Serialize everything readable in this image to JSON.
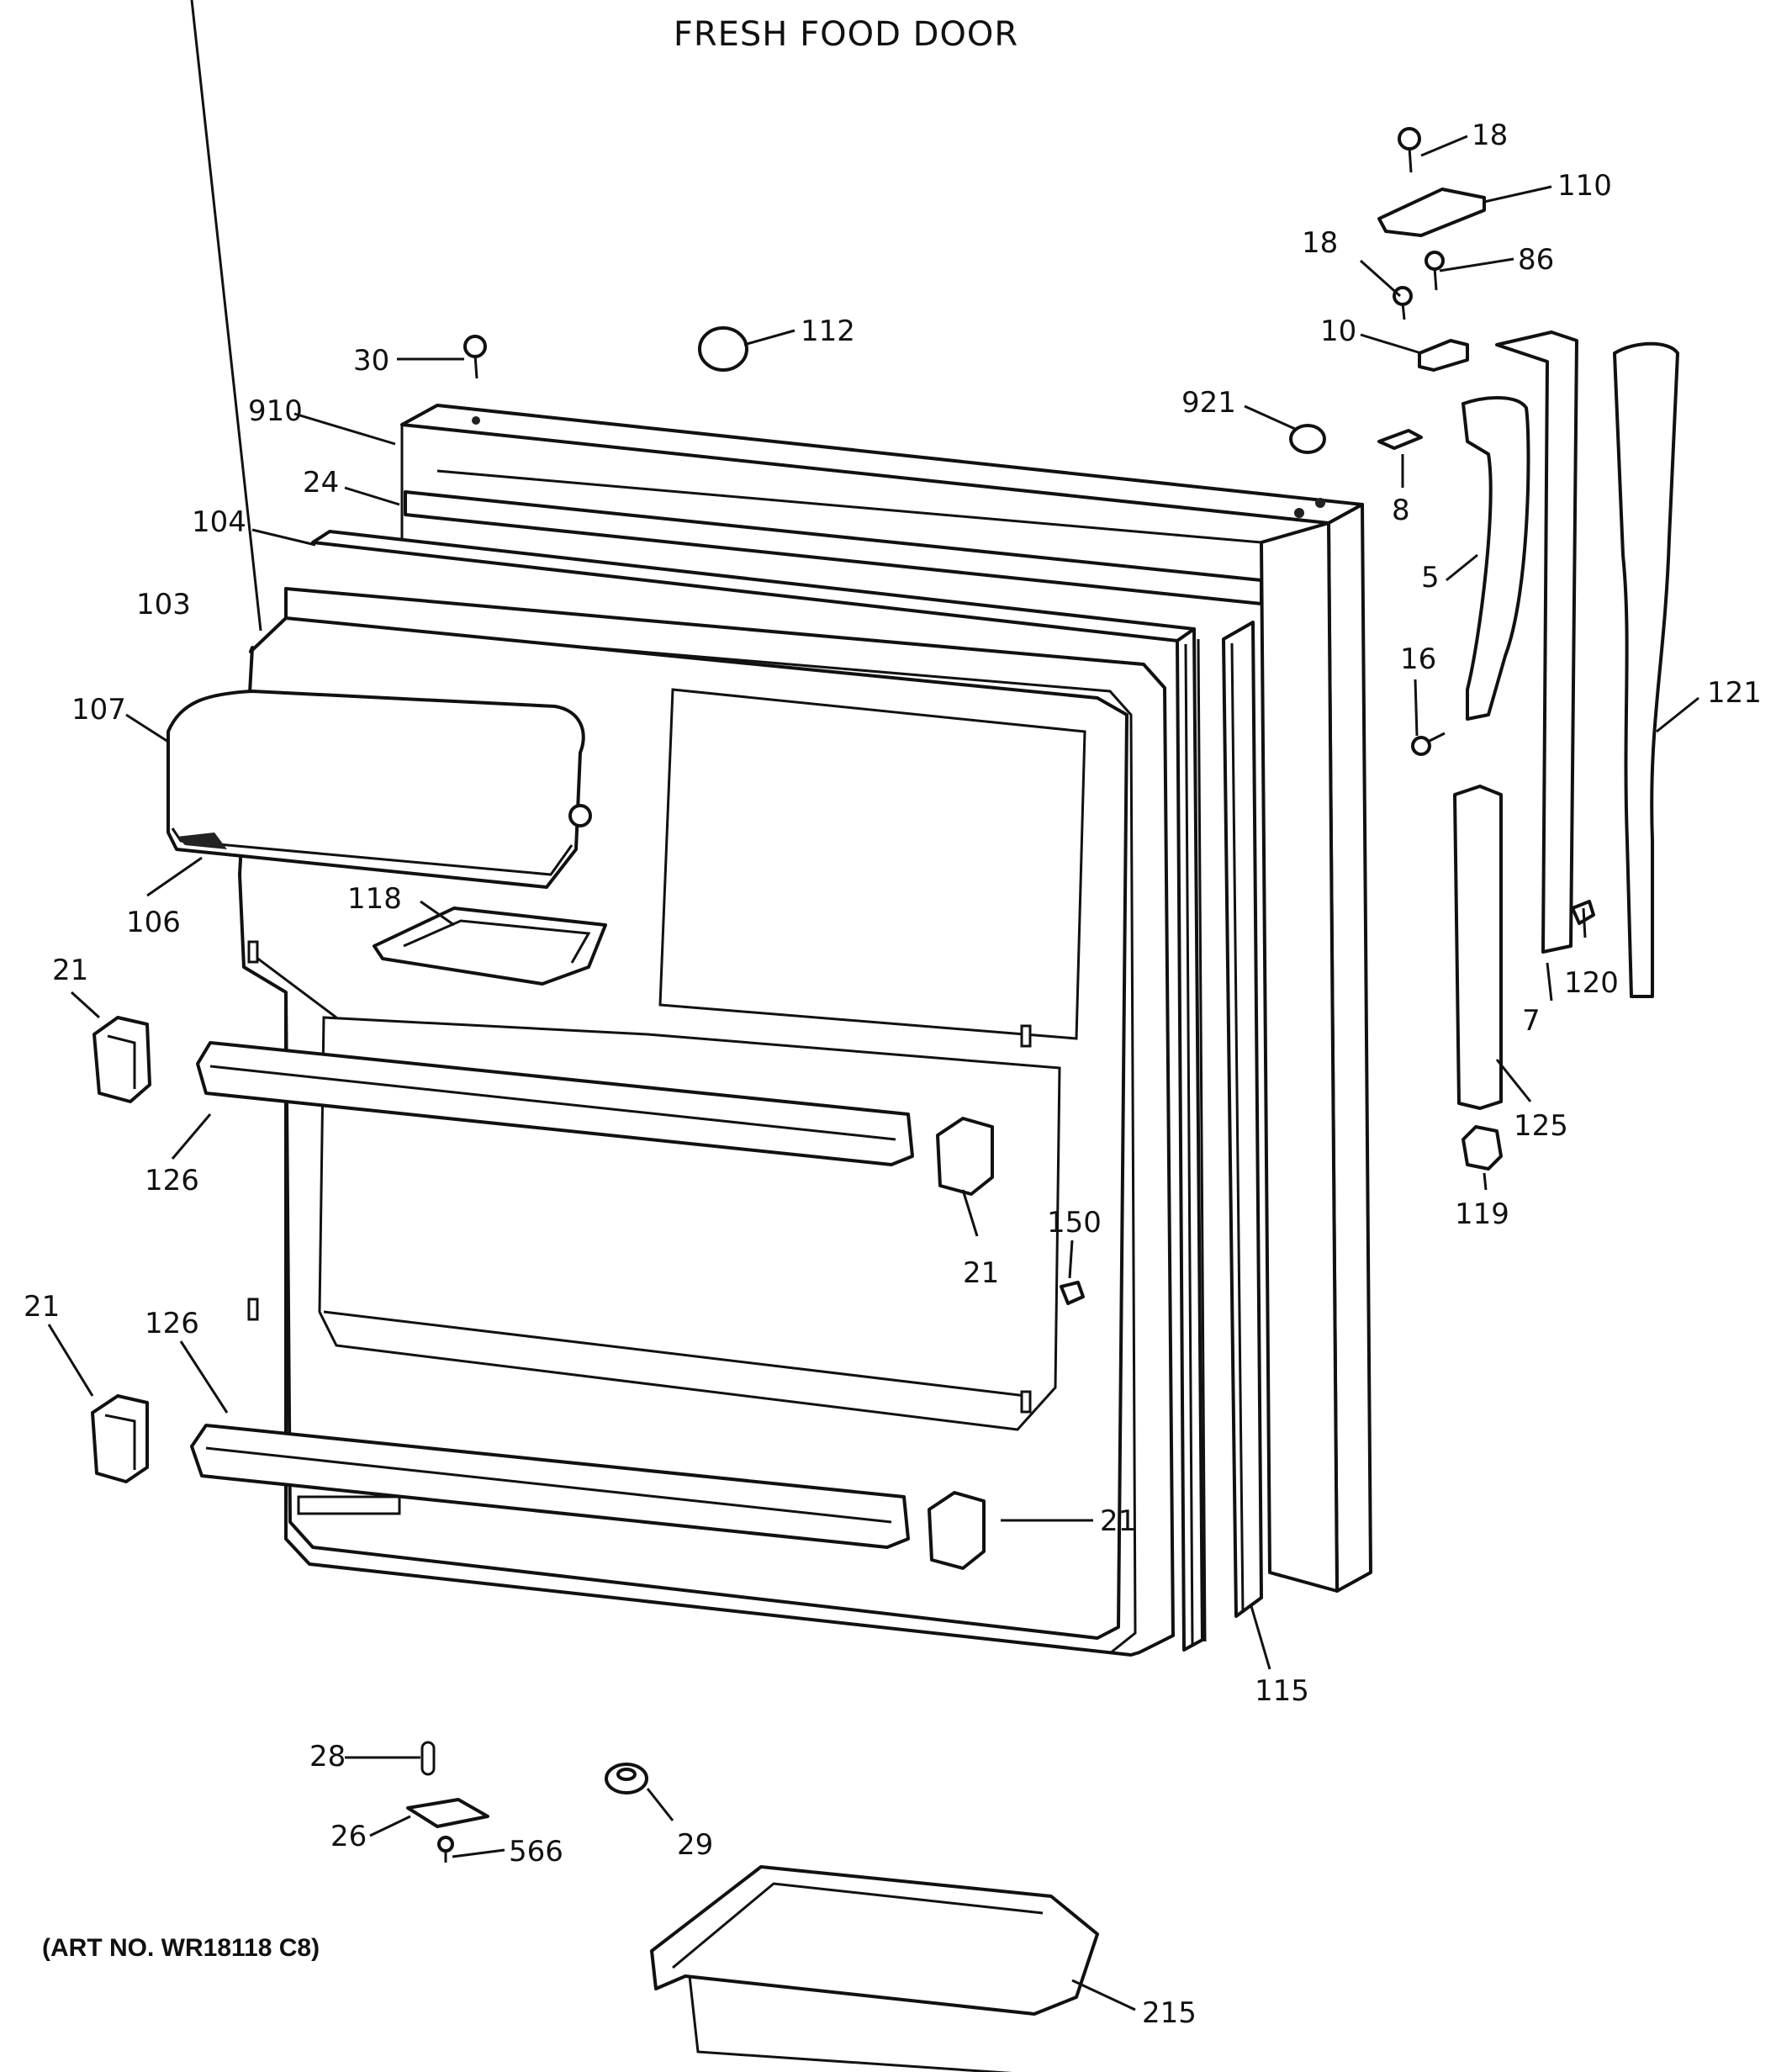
{
  "title": "FRESH FOOD DOOR",
  "art_number": "(ART NO. WR18118 C8)",
  "callouts": [
    {
      "id": "c18a",
      "text": "18"
    },
    {
      "id": "c110",
      "text": "110"
    },
    {
      "id": "c18b",
      "text": "18"
    },
    {
      "id": "c86",
      "text": "86"
    },
    {
      "id": "c30",
      "text": "30"
    },
    {
      "id": "c112",
      "text": "112"
    },
    {
      "id": "c10",
      "text": "10"
    },
    {
      "id": "c910",
      "text": "910"
    },
    {
      "id": "c921",
      "text": "921"
    },
    {
      "id": "c8",
      "text": "8"
    },
    {
      "id": "c24",
      "text": "24"
    },
    {
      "id": "c104",
      "text": "104"
    },
    {
      "id": "c5",
      "text": "5"
    },
    {
      "id": "c103",
      "text": "103"
    },
    {
      "id": "c16",
      "text": "16"
    },
    {
      "id": "c121",
      "text": "121"
    },
    {
      "id": "c107",
      "text": "107"
    },
    {
      "id": "c118",
      "text": "118"
    },
    {
      "id": "c106",
      "text": "106"
    },
    {
      "id": "c120",
      "text": "120"
    },
    {
      "id": "c21a",
      "text": "21"
    },
    {
      "id": "c7",
      "text": "7"
    },
    {
      "id": "c125",
      "text": "125"
    },
    {
      "id": "c126a",
      "text": "126"
    },
    {
      "id": "c119",
      "text": "119"
    },
    {
      "id": "c150",
      "text": "150"
    },
    {
      "id": "c21b",
      "text": "21"
    },
    {
      "id": "c21c",
      "text": "21"
    },
    {
      "id": "c126b",
      "text": "126"
    },
    {
      "id": "c21d",
      "text": "21"
    },
    {
      "id": "c115",
      "text": "115"
    },
    {
      "id": "c28",
      "text": "28"
    },
    {
      "id": "c26",
      "text": "26"
    },
    {
      "id": "c566",
      "text": "566"
    },
    {
      "id": "c29",
      "text": "29"
    },
    {
      "id": "c215",
      "text": "215"
    }
  ]
}
